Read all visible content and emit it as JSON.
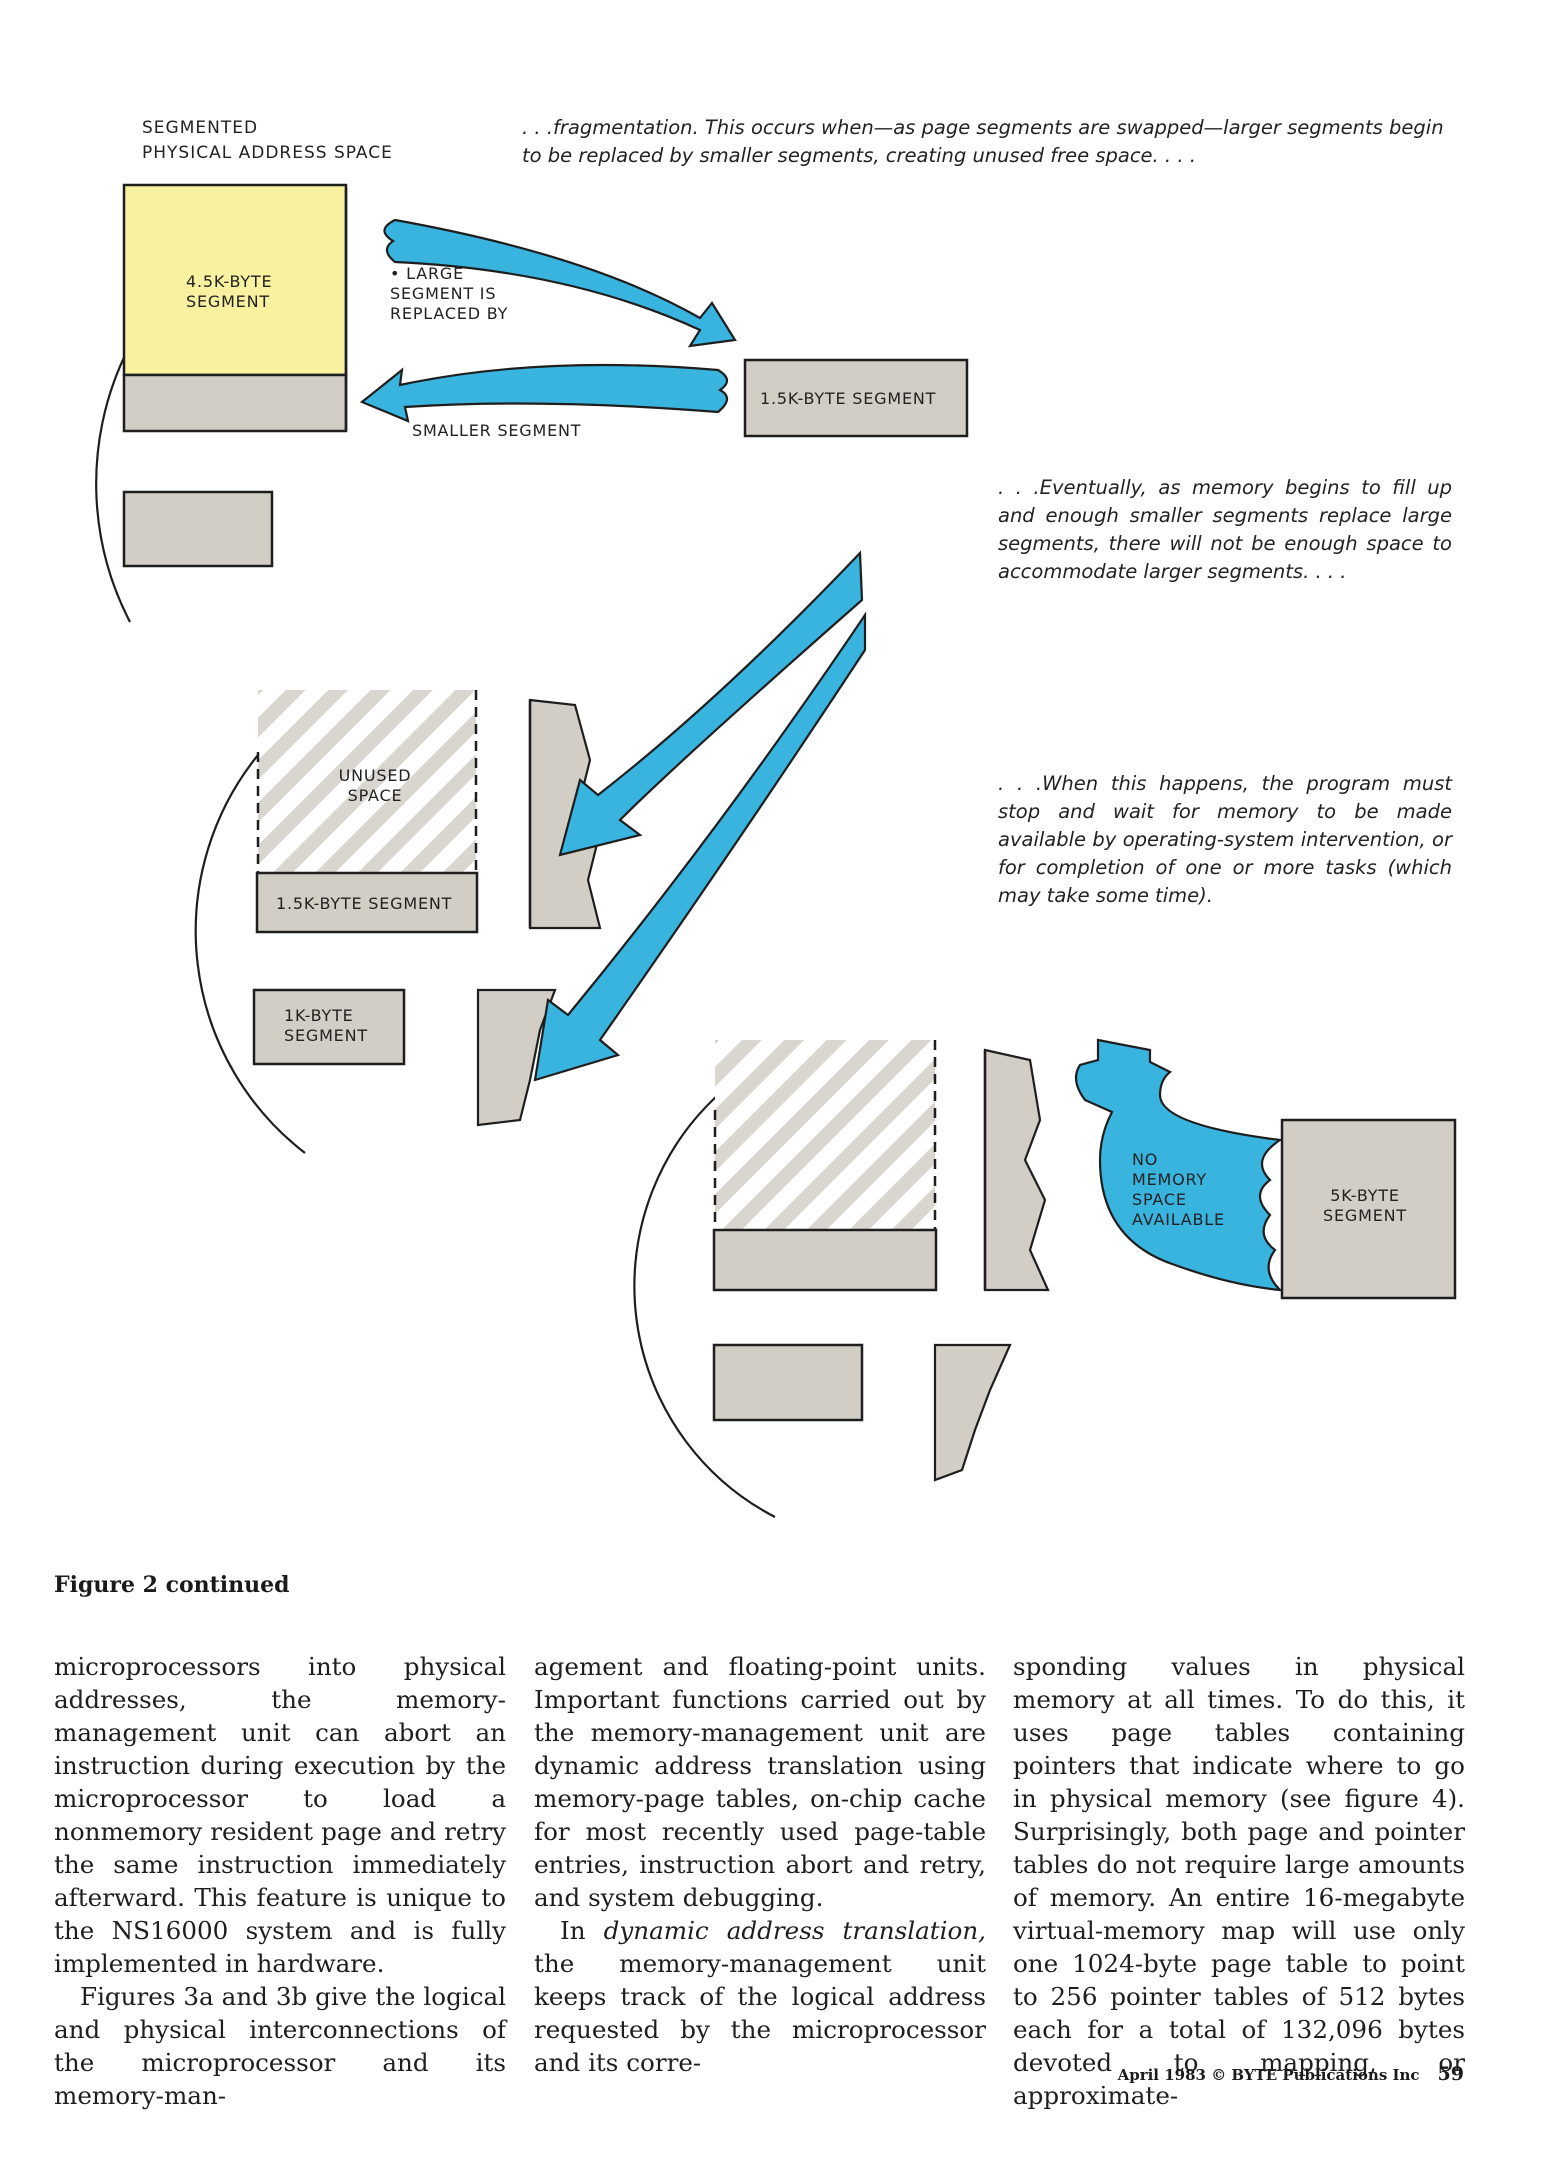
{
  "figure": {
    "heading": "SEGMENTED\nPHYSICAL ADDRESS SPACE",
    "captions": [
      ". . .fragmentation. This occurs when—as page segments are swapped—larger segments begin to be replaced by smaller segments, creating unused free space. . . .",
      ". . .Eventually, as memory begins to fill up and enough smaller segments replace large segments, there will not be enough space to accommodate larger segments. . . .",
      ". . .When this happens, the program must stop and wait for memory to be made available by operating-system intervention, or for completion of one or more tasks (which may take some time)."
    ],
    "labels": {
      "seg_4_5k": "4.5K-BYTE\nSEGMENT",
      "large_replaced": "• LARGE\nSEGMENT IS\nREPLACED BY",
      "seg_1_5k_top": "1.5K-BYTE SEGMENT",
      "smaller_segment": "SMALLER SEGMENT",
      "unused_space": "UNUSED\nSPACE",
      "seg_1_5k_mid": "1.5K-BYTE SEGMENT",
      "seg_1k": "1K-BYTE\nSEGMENT",
      "no_memory": "NO\nMEMORY\nSPACE\nAVAILABLE",
      "seg_5k": "5K-BYTE\nSEGMENT"
    },
    "title": "Figure 2 continued",
    "colors": {
      "arrow": "#39b4df",
      "segment": "#d2cec5",
      "highlight": "#f7f1a0",
      "outline": "#1e1e1e"
    }
  },
  "article": {
    "col1": [
      "microprocessors into physical addresses, the memory-management unit can abort an instruction during execution by the microprocessor to load a nonmemory resident page and retry the same instruction immediately afterward. This feature is unique to the NS16000 system and is fully implemented in hardware.",
      "Figures 3a and 3b give the logical and physical interconnections of the microprocessor and its memory-man-"
    ],
    "col2": [
      "agement and floating-point units. Important functions carried out by the memory-management unit are dynamic address translation using memory-page tables, on-chip cache for most recently used page-table entries, instruction abort and retry, and system debugging."
    ],
    "col2_p2": {
      "lead": "In ",
      "emph": "dynamic address translation,",
      "rest": " the memory-management unit keeps track of the logical address requested by the microprocessor and its corre-"
    },
    "col3": [
      "sponding values in physical memory at all times. To do this, it uses page tables containing pointers that indicate where to go in physical memory (see figure 4). Surprisingly, both page and pointer tables do not require large amounts of memory. An entire 16-megabyte virtual-memory map will use only one 1024-byte page table to point to 256 pointer tables of 512 bytes each for a total of 132,096 bytes devoted to mapping, or approximate-"
    ]
  },
  "footer": {
    "credit": "April 1983 © BYTE Publications Inc",
    "page_number": "59"
  }
}
